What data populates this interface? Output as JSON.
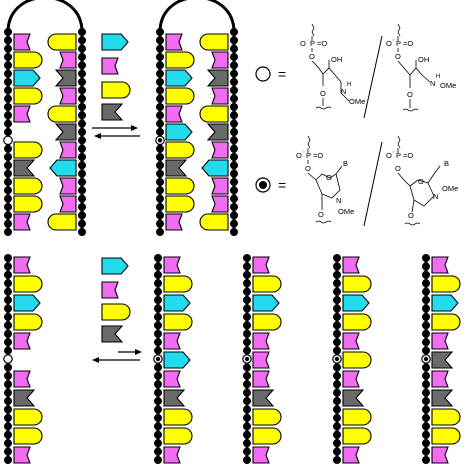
{
  "colors": {
    "magenta": "#f26cf2",
    "yellow": "#ffff00",
    "cyan": "#22dcee",
    "gray": "#6a6a6a",
    "backbone": "#000000",
    "background": "#ffffff"
  },
  "legend": {
    "open_symbol": "○",
    "closed_symbol": "◉",
    "equals": "=",
    "mod_open_left": {
      "phosphate_o": "O",
      "phosphate_p": "P",
      "phosphate_eq_o": "=O",
      "charge": "⁻",
      "oh": "OH",
      "nh": "H",
      "n": "N",
      "ome": "OMe",
      "o": "O"
    },
    "mod_open_right": {
      "phosphate_o": "O",
      "phosphate_p": "P",
      "phosphate_eq_o": "=O",
      "charge": "⁻",
      "oh": "OH",
      "nh": "H",
      "n": "N",
      "ome": "OMe",
      "o": "O"
    },
    "mod_closed_left": {
      "phosphate_o": "O",
      "phosphate_p": "P",
      "phosphate_eq_o": "=O",
      "charge": "⁻",
      "ring_o": "O",
      "b": "B",
      "n": "N",
      "ome": "OMe"
    },
    "mod_closed_right": {
      "phosphate_o": "O",
      "phosphate_p": "P",
      "phosphate_eq_o": "=O",
      "charge": "⁻",
      "ring_o": "O",
      "b": "B",
      "n": "N",
      "ome": "OMe",
      "o": "O"
    }
  },
  "top_panel": {
    "hairpin_left": [
      "magenta",
      "yellow",
      "cyan",
      "yellow",
      "magenta",
      "gap",
      "yellow",
      "gray",
      "yellow",
      "yellow",
      "magenta"
    ],
    "hairpin_right": [
      "magenta",
      "yellow",
      "cyan",
      "yellow",
      "magenta",
      "cyan",
      "yellow",
      "gray",
      "yellow",
      "yellow",
      "magenta"
    ],
    "free_monomers": [
      "cyan",
      "magenta",
      "yellow",
      "gray"
    ]
  },
  "bottom_panel": {
    "template": [
      "magenta",
      "yellow",
      "cyan",
      "yellow",
      "magenta",
      "gap",
      "magenta",
      "gray",
      "yellow",
      "yellow",
      "magenta"
    ],
    "free_monomers": [
      "cyan",
      "magenta",
      "yellow",
      "gray"
    ],
    "variants": [
      "cyan",
      "magenta",
      "yellow",
      "gray"
    ]
  }
}
